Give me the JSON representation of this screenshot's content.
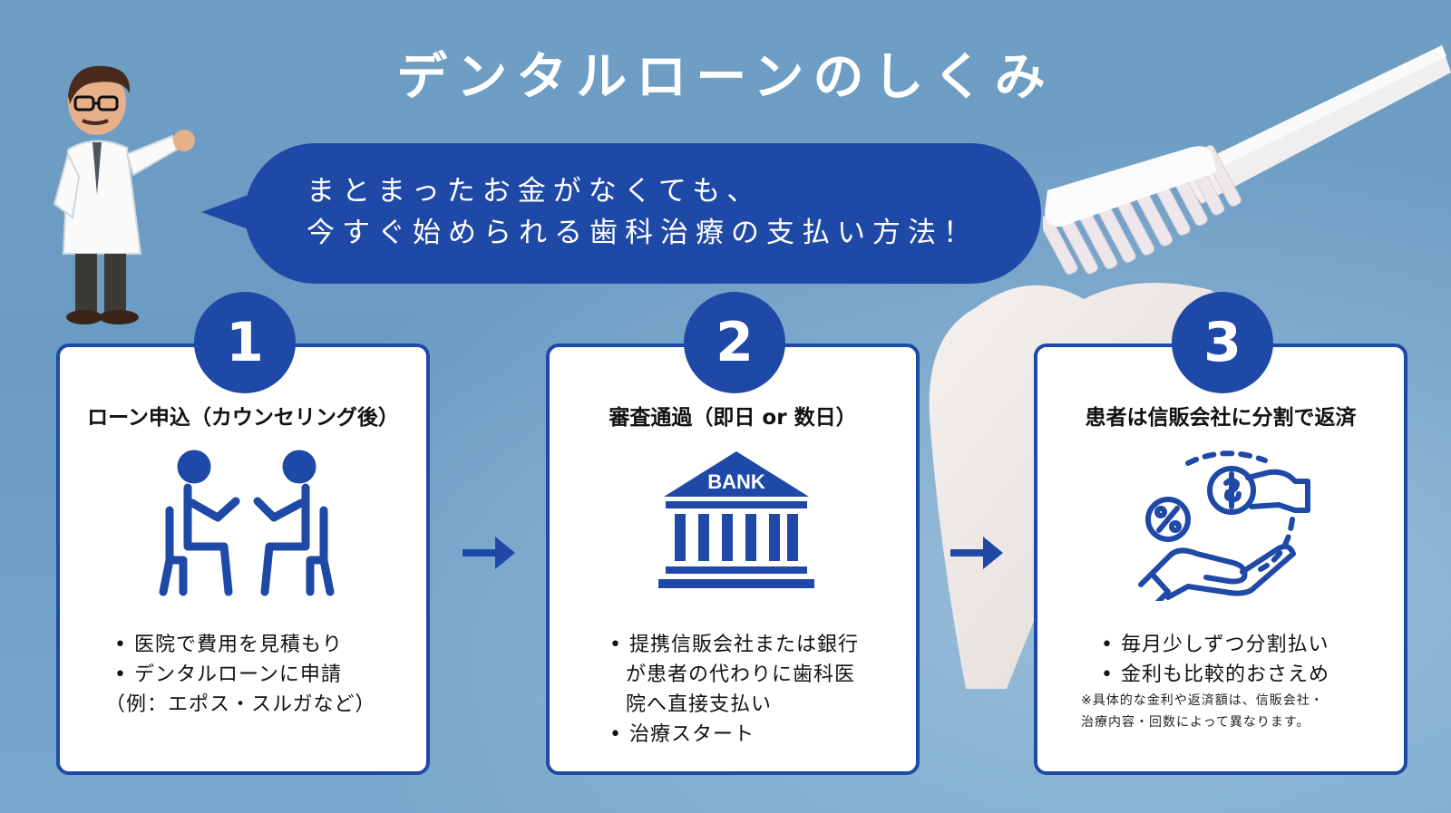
{
  "title": "デンタルローンのしくみ",
  "bubble": {
    "line1": "まとまったお金がなくても、",
    "line2": "今すぐ始められる歯科治療の支払い方法！"
  },
  "steps": [
    {
      "number": "1",
      "title": "ローン申込（カウンセリング後）",
      "icon": "consultation-icon",
      "bullets": [
        "医院で費用を見積もり",
        "デンタルローンに申請"
      ],
      "extra": "（例：エポス・スルガなど）"
    },
    {
      "number": "2",
      "title": "審査通過（即日 or 数日）",
      "icon": "bank-icon",
      "icon_text": "BANK",
      "bullets": [
        "提携信販会社または銀行",
        "が患者の代わりに歯科医",
        "院へ直接支払い",
        "治療スタート"
      ]
    },
    {
      "number": "3",
      "title": "患者は信販会社に分割で返済",
      "icon": "installment-payment-icon",
      "bullets": [
        "毎月少しずつ分割払い",
        "金利も比較的おさえめ"
      ],
      "note_line1": "※具体的な金利や返済額は、信販会社・",
      "note_line2": "治療内容・回数によって異なります。"
    }
  ],
  "colors": {
    "accent": "#1f49a6",
    "background": "#6f9ec4",
    "card": "#ffffff"
  }
}
